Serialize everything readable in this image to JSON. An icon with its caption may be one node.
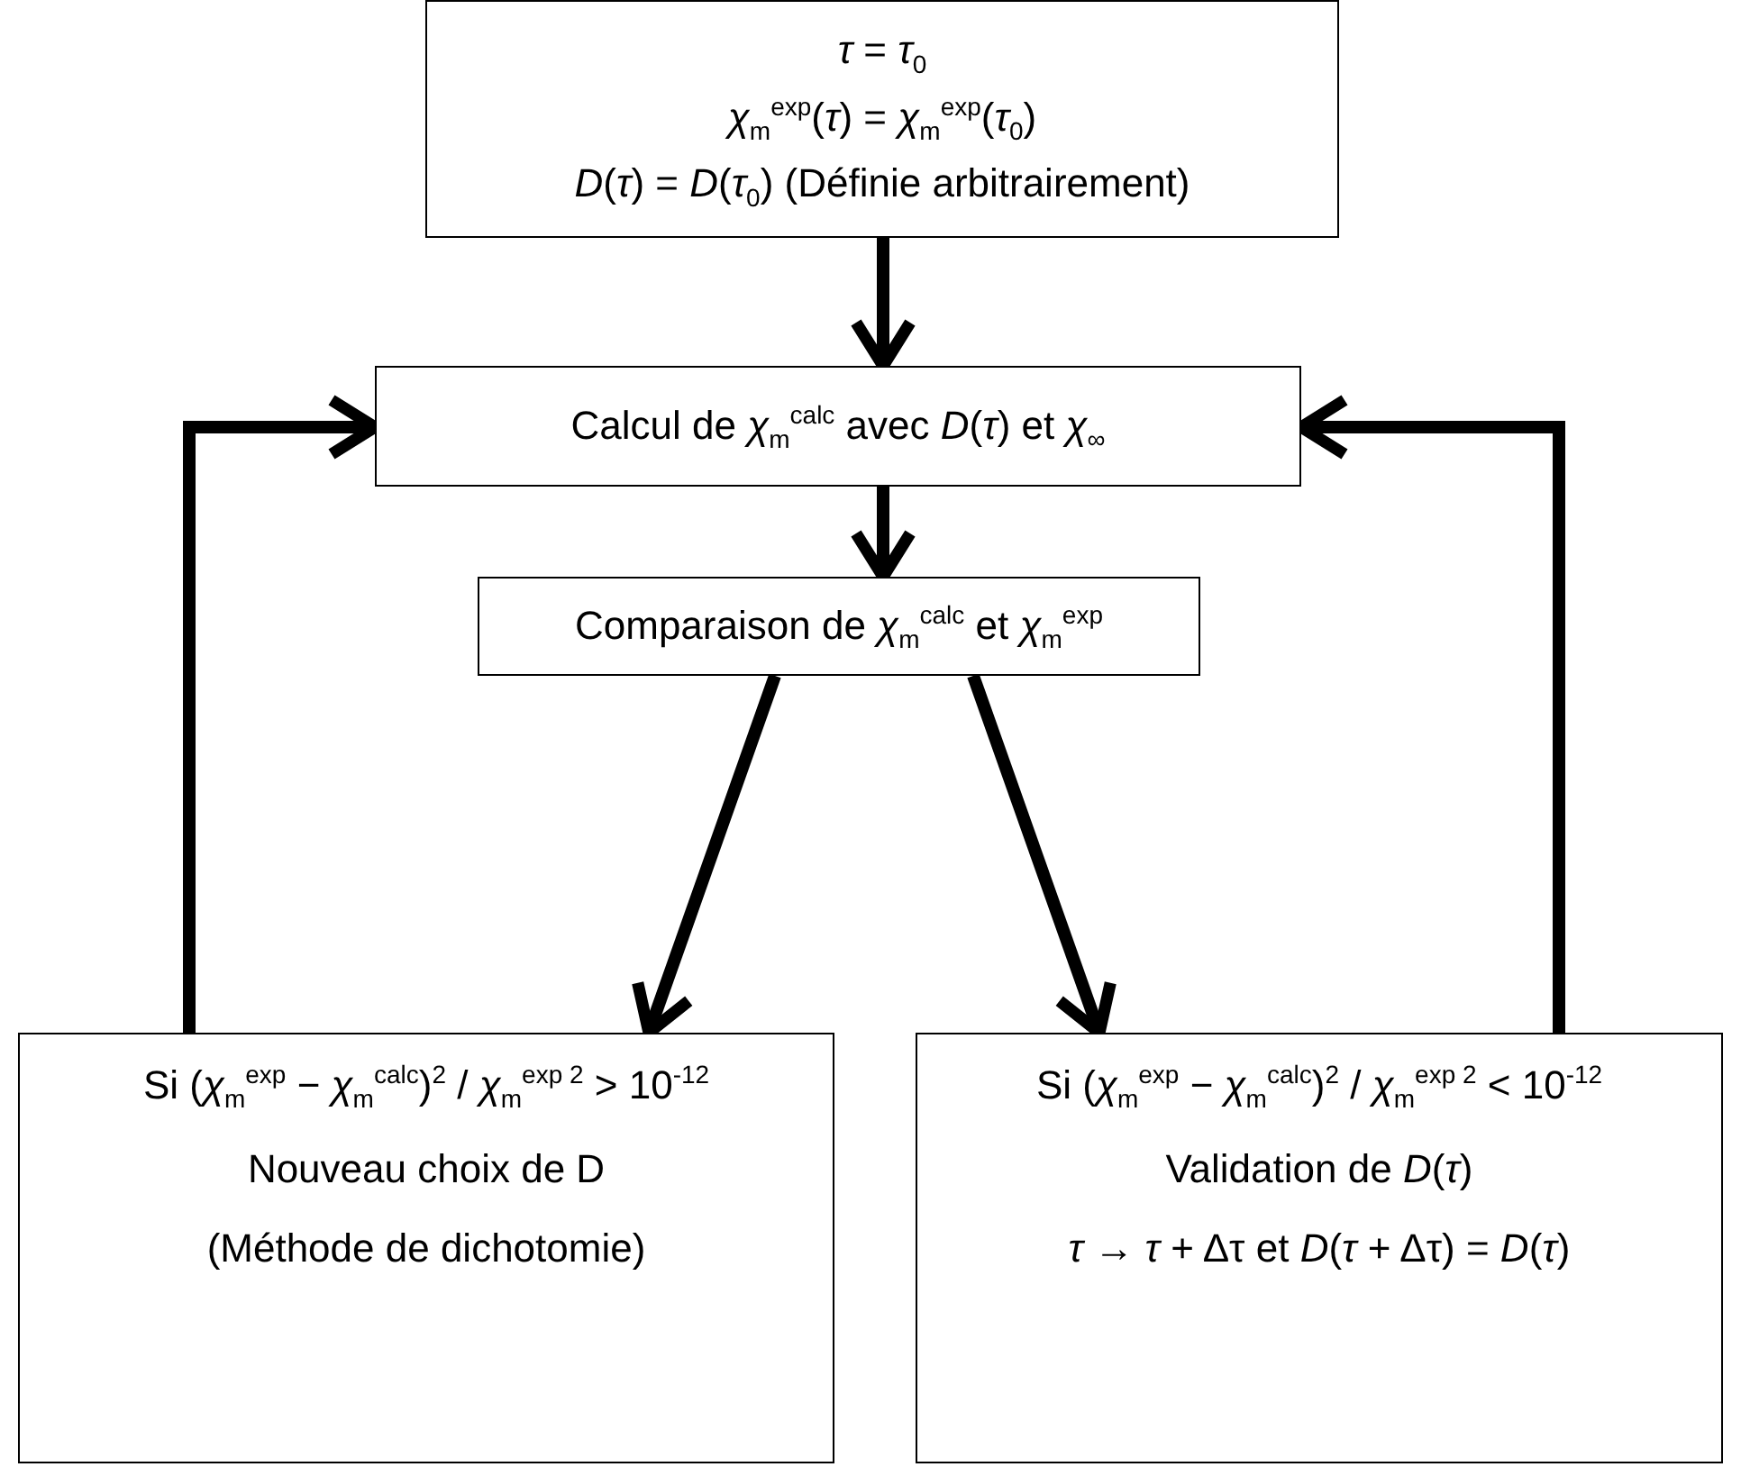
{
  "diagram": {
    "nodes": [
      {
        "text": [
          "*τ* = *τ*$_{0}$",
          "*χ*$_{m}$$^{exp}$(*τ*) = *χ*$_{m}$$^{exp}$(*τ*$_{0}$)",
          "*D*(*τ*) = *D*(*τ*$_{0}$) (Définie arbitrairement)"
        ]
      },
      {
        "text": [
          "Calcul de *χ*$_{m}$$^{calc}$ avec *D*(*τ*) et *χ*$_{∞}$"
        ]
      },
      {
        "text": [
          "Comparaison de *χ*$_{m}$$^{calc}$ et *χ*$_{m}$$^{exp}$"
        ]
      },
      {
        "text": [
          "Si (*χ*$_{m}$$^{exp}$ − *χ*$_{m}$$^{calc}$)$^{2}$ / *χ*$_{m}$$^{exp 2}$ > 10$^{-12}$",
          "Nouveau choix de D",
          "(Méthode de dichotomie)"
        ]
      },
      {
        "text": [
          "Si (*χ*$_{m}$$^{exp}$ − *χ*$_{m}$$^{calc}$)$^{2}$ / *χ*$_{m}$$^{exp 2}$ < 10$^{-12}$",
          "Validation de *D*(*τ*)",
          "*τ* → *τ* + Δτ et *D*(*τ* + Δτ) = *D*(*τ*)"
        ]
      }
    ],
    "edges": [
      {
        "from": 0,
        "to": 1,
        "arrow": "to"
      },
      {
        "from": 1,
        "to": 2,
        "arrow": "to"
      },
      {
        "from": 2,
        "to": 3,
        "arrow": "to"
      },
      {
        "from": 2,
        "to": 4,
        "arrow": "to"
      },
      {
        "from": 3,
        "to": 1,
        "arrow": "to"
      },
      {
        "from": 4,
        "to": 1,
        "arrow": "to"
      }
    ]
  }
}
